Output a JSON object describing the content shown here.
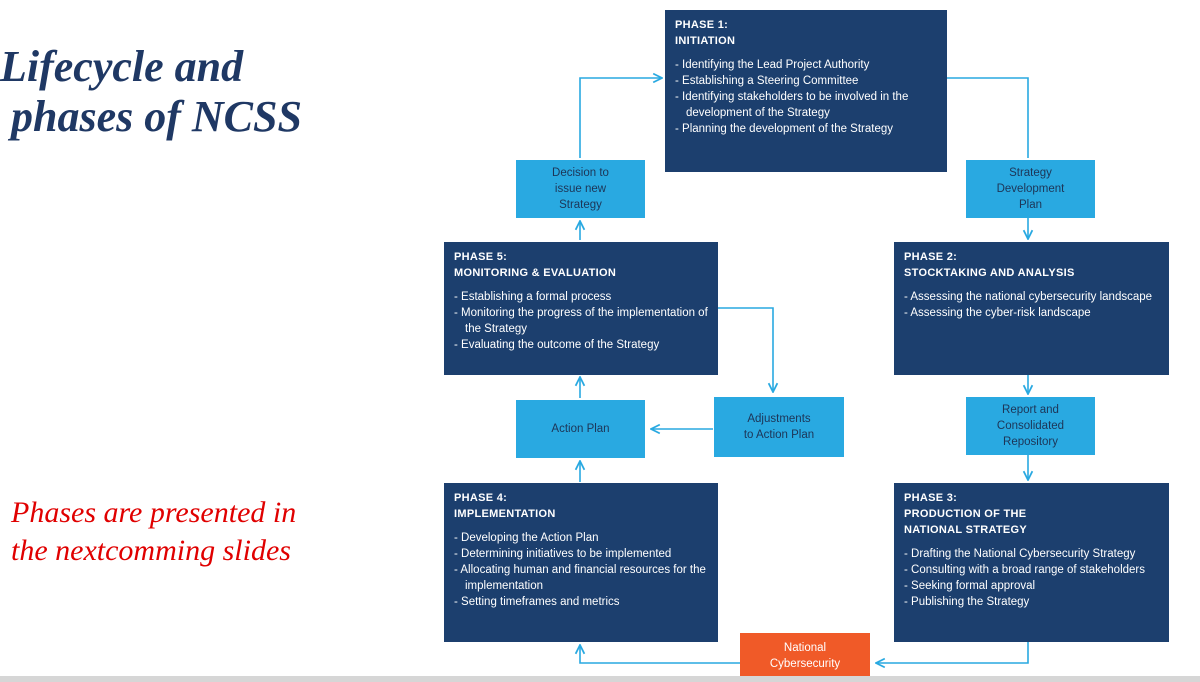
{
  "title": {
    "line1": "Lifecycle and",
    "line2": " phases of NCSS"
  },
  "note": {
    "line1": "Phases are presented in",
    "line2": "the nextcomming slides"
  },
  "phases": {
    "p1": {
      "heading": [
        "PHASE 1:",
        "INITIATION"
      ],
      "items": [
        "Identifying the Lead Project Authority",
        "Establishing a Steering Committee",
        "Identifying stakeholders to be involved in the development of the Strategy",
        "Planning the development of the Strategy"
      ]
    },
    "p2": {
      "heading": [
        "PHASE 2:",
        "STOCKTAKING AND ANALYSIS"
      ],
      "items": [
        "Assessing the national cybersecurity landscape",
        "Assessing the cyber-risk landscape"
      ]
    },
    "p3": {
      "heading": [
        "PHASE 3:",
        "PRODUCTION OF THE",
        "NATIONAL STRATEGY"
      ],
      "items": [
        "Drafting the National Cybersecurity Strategy",
        "Consulting with a broad range of stakeholders",
        "Seeking formal approval",
        "Publishing the Strategy"
      ]
    },
    "p4": {
      "heading": [
        "PHASE 4:",
        "IMPLEMENTATION"
      ],
      "items": [
        "Developing the Action Plan",
        "Determining initiatives to be implemented",
        "Allocating human and financial resources for the implementation",
        "Setting timeframes and metrics"
      ]
    },
    "p5": {
      "heading": [
        "PHASE 5:",
        "MONITORING & EVALUATION"
      ],
      "items": [
        "Establishing a formal process",
        "Monitoring the progress of the implementation of the Strategy",
        "Evaluating the outcome of the Strategy"
      ]
    }
  },
  "steps": {
    "decision": [
      "Decision to",
      "issue new",
      "Strategy"
    ],
    "plan": [
      "Strategy",
      "Development",
      "Plan"
    ],
    "report": [
      "Report and",
      "Consolidated",
      "Repository"
    ],
    "action": [
      "Action Plan"
    ],
    "adjust": [
      "Adjustments",
      "to Action Plan"
    ],
    "national": [
      "National",
      "Cybersecurity"
    ]
  },
  "colors": {
    "phase_box": "#1c3f6e",
    "step_box": "#29a9e1",
    "output_box": "#f05a28",
    "arrow": "#29a9e1",
    "title": "#1f3864",
    "note": "#e00000"
  }
}
